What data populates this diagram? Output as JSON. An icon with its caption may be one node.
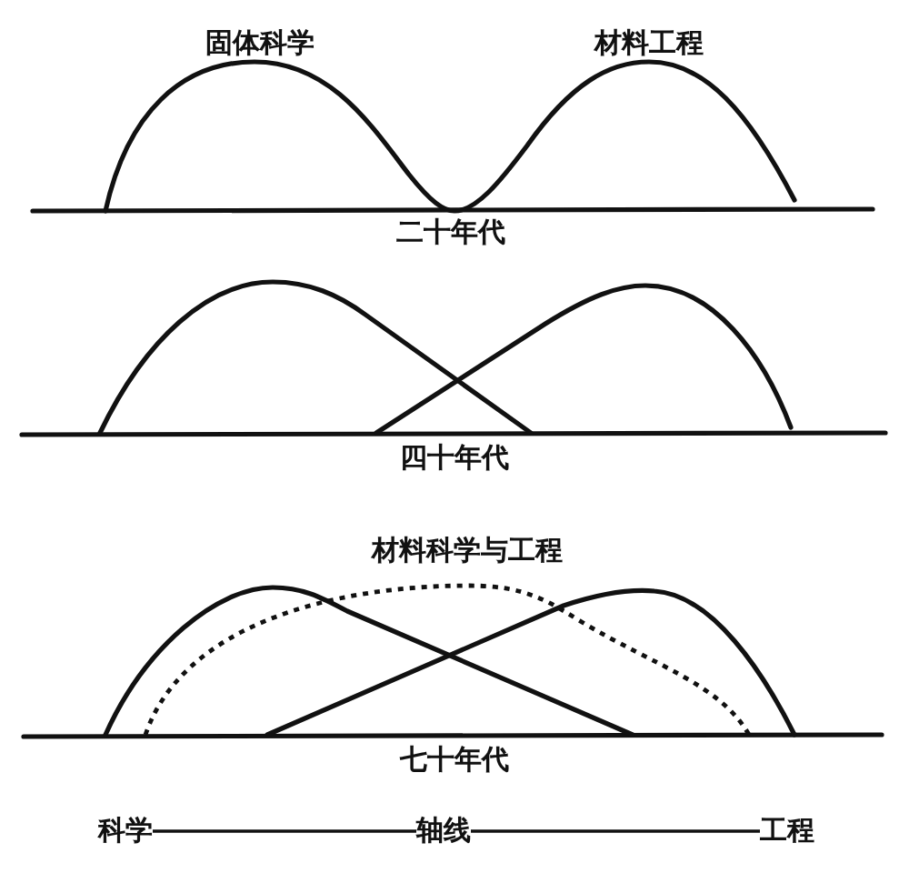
{
  "diagram": {
    "nodes": [
      {
        "text": [
          "科学"
        ]
      },
      {
        "text": [
          "轴线"
        ]
      },
      {
        "text": [
          "工程"
        ]
      }
    ],
    "edges": [
      {
        "from": 0,
        "to": 1,
        "arrow": "none"
      },
      {
        "from": 1,
        "to": 2,
        "arrow": "none"
      }
    ],
    "labels": [
      "固体科学",
      "材料工程",
      "二十年代",
      "四十年代",
      "材料科学与工程",
      "七十年代"
    ]
  }
}
